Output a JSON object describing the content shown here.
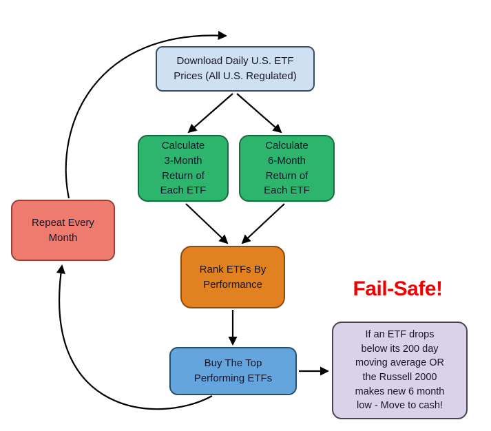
{
  "nodes": {
    "download": {
      "label": "Download Daily U.S. ETF\nPrices (All U.S. Regulated)",
      "fill": "#cfe0f1",
      "border": "#3a4a66"
    },
    "calc3": {
      "label": "Calculate\n3-Month\nReturn of\nEach ETF",
      "fill": "#2eb56d",
      "border": "#166c3e"
    },
    "calc6": {
      "label": "Calculate\n6-Month\nReturn of\nEach ETF",
      "fill": "#2eb56d",
      "border": "#166c3e"
    },
    "rank": {
      "label": "Rank ETFs By\nPerformance",
      "fill": "#e1811f",
      "border": "#8c4c0e"
    },
    "buy": {
      "label": "Buy The Top\nPerforming ETFs",
      "fill": "#63a5dc",
      "border": "#2a4d68"
    },
    "repeat": {
      "label": "Repeat Every\nMonth",
      "fill": "#ee7b6e",
      "border": "#93423a"
    },
    "failsafe": {
      "label": "If an ETF drops\nbelow its 200 day\nmoving average OR\nthe Russell 2000\nmakes  new 6 month\nlow - Move to cash!",
      "fill": "#d9d2e9",
      "border": "#49444f"
    }
  },
  "failsafe_heading": {
    "text": "Fail-Safe!",
    "color": "#f00000"
  },
  "edges": [
    {
      "from": "repeat",
      "to": "download"
    },
    {
      "from": "download",
      "to": "calc3"
    },
    {
      "from": "download",
      "to": "calc6"
    },
    {
      "from": "calc3",
      "to": "rank"
    },
    {
      "from": "calc6",
      "to": "rank"
    },
    {
      "from": "rank",
      "to": "buy"
    },
    {
      "from": "buy",
      "to": "failsafe"
    },
    {
      "from": "buy",
      "to": "repeat"
    }
  ],
  "arrow_color": "#000000"
}
